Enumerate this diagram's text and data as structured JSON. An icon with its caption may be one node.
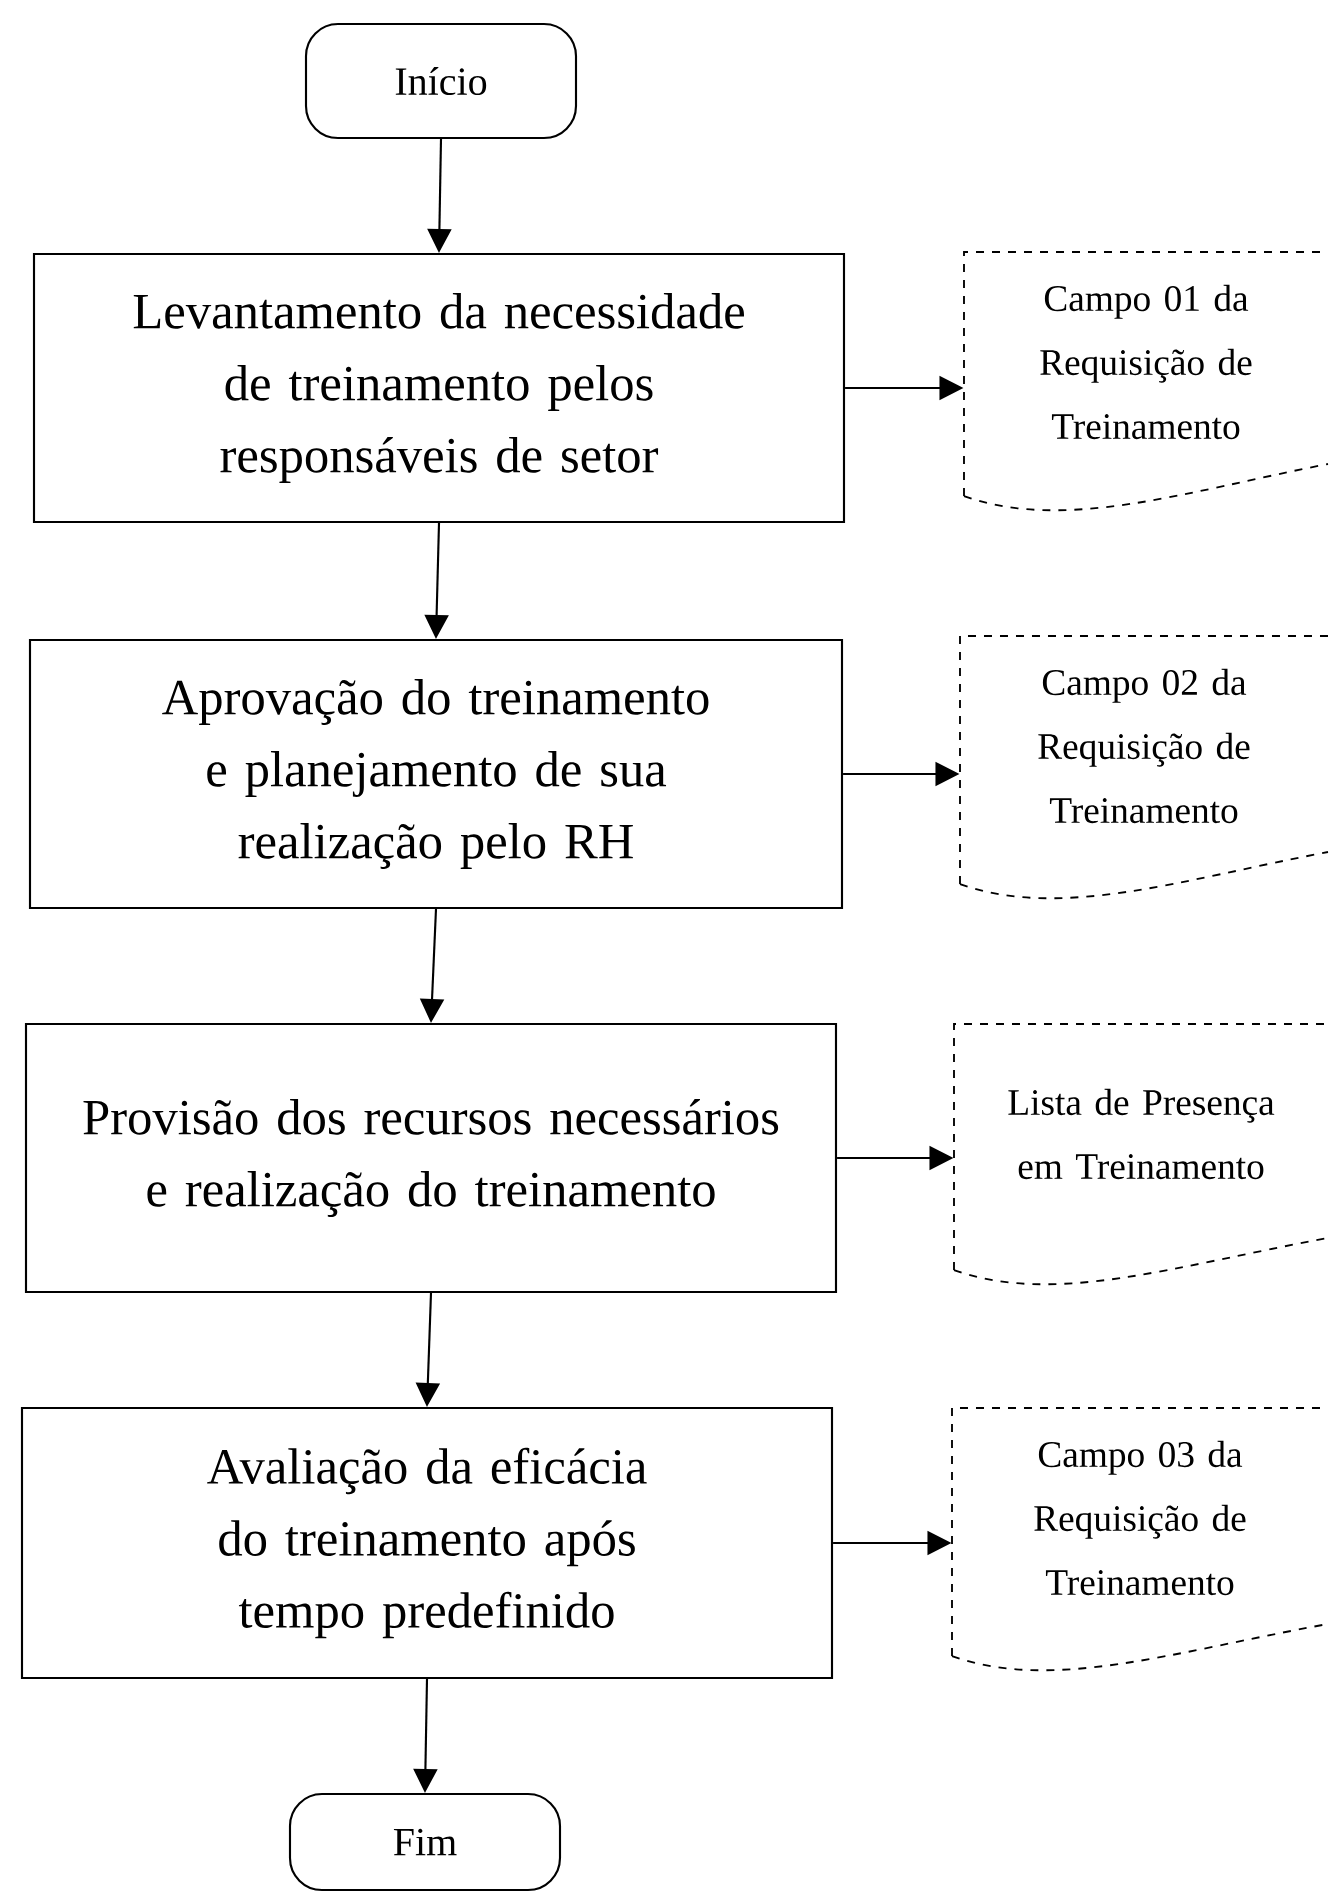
{
  "diagram": {
    "nodes": [
      {
        "text": [
          "Início"
        ]
      },
      {
        "text": [
          "Levantamento da necessidade de treinamento pelos responsáveis de setor"
        ]
      },
      {
        "text": [
          "Campo 01 da Requisição de Treinamento"
        ]
      },
      {
        "text": [
          "Aprovação do treinamento e planejamento de sua realização pelo RH"
        ]
      },
      {
        "text": [
          "Campo 02 da Requisição de Treinamento"
        ]
      },
      {
        "text": [
          "Provisão dos recursos necessários e realização do treinamento"
        ]
      },
      {
        "text": [
          "Lista de Presença em Treinamento"
        ]
      },
      {
        "text": [
          "Avaliação da eficácia do treinamento após tempo predefinido"
        ]
      },
      {
        "text": [
          "Campo 03 da Requisição de Treinamento"
        ]
      },
      {
        "text": [
          "Fim"
        ]
      }
    ],
    "edges": [
      {
        "from": 0,
        "to": 1,
        "arrow": "to"
      },
      {
        "from": 1,
        "to": 2,
        "arrow": "to"
      },
      {
        "from": 1,
        "to": 3,
        "arrow": "to"
      },
      {
        "from": 3,
        "to": 4,
        "arrow": "to"
      },
      {
        "from": 3,
        "to": 5,
        "arrow": "to"
      },
      {
        "from": 5,
        "to": 6,
        "arrow": "to"
      },
      {
        "from": 5,
        "to": 7,
        "arrow": "to"
      },
      {
        "from": 7,
        "to": 8,
        "arrow": "to"
      },
      {
        "from": 7,
        "to": 9,
        "arrow": "to"
      }
    ]
  }
}
